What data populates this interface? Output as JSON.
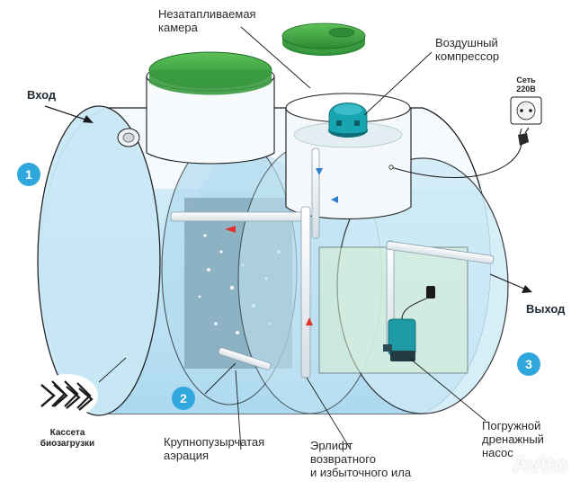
{
  "labels": {
    "inlet": "Вход",
    "outlet": "Выход",
    "non_flooded_chamber": [
      "Незатапливаемая",
      "камера"
    ],
    "air_compressor": [
      "Воздушный",
      "компрессор"
    ],
    "mains": [
      "Сеть",
      "220В"
    ],
    "coarse_aeration": [
      "Крупнопузырчатая",
      "аэрация"
    ],
    "airlift": [
      "Эрлифт",
      "возвратного",
      "и избыточного ила"
    ],
    "drainage_pump": [
      "Погружной",
      "дренажный",
      "насос"
    ],
    "biocassette": [
      "Кассета",
      "биозагрузки"
    ]
  },
  "badges": [
    "1",
    "2",
    "3"
  ],
  "watermark": "Avito",
  "colors": {
    "water": "#bfe3f4",
    "water_dark": "#9fd3ee",
    "lid_green": "#4db04a",
    "lid_green_dark": "#2f8c36",
    "badge_blue": "#2fa6dc",
    "compressor": "#1aa5b0",
    "pump": "#1d9aa6",
    "outline": "#1a1a1a"
  },
  "icons": [
    "arrow-right-icon",
    "power-socket-icon",
    "power-plug-icon",
    "compressor-icon",
    "submersible-pump-icon",
    "biocassette-icon"
  ]
}
